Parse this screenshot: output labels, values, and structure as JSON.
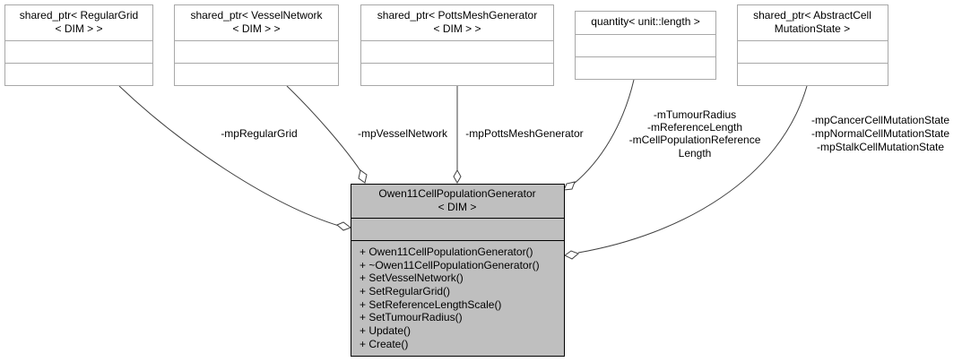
{
  "diagram": {
    "source_classes": [
      {
        "id": "regulargrid",
        "title_lines": [
          "shared_ptr< RegularGrid",
          "< DIM > >"
        ]
      },
      {
        "id": "vesselnetwork",
        "title_lines": [
          "shared_ptr< VesselNetwork",
          "< DIM > >"
        ]
      },
      {
        "id": "pottsmesh",
        "title_lines": [
          "shared_ptr< PottsMeshGenerator",
          "< DIM > >"
        ]
      },
      {
        "id": "quantity",
        "title_lines": [
          "quantity< unit::length >"
        ]
      },
      {
        "id": "mutationstate",
        "title_lines": [
          "shared_ptr< AbstractCell",
          "MutationState >"
        ]
      }
    ],
    "main_class": {
      "title_lines": [
        "Owen11CellPopulationGenerator",
        "< DIM >"
      ],
      "methods": [
        "+ Owen11CellPopulationGenerator()",
        "+ ~Owen11CellPopulationGenerator()",
        "+ SetVesselNetwork()",
        "+ SetRegularGrid()",
        "+ SetReferenceLengthScale()",
        "+ SetTumourRadius()",
        "+ Update()",
        "+ Create()"
      ]
    },
    "edge_labels": {
      "regulargrid": [
        "-mpRegularGrid"
      ],
      "vesselnetwork": [
        "-mpVesselNetwork"
      ],
      "pottsmesh": [
        "-mpPottsMeshGenerator"
      ],
      "quantity": [
        "-mTumourRadius",
        "-mReferenceLength",
        "-mCellPopulationReference",
        "Length"
      ],
      "mutationstate": [
        "-mpCancerCellMutationState",
        "-mpNormalCellMutationState",
        "-mpStalkCellMutationState"
      ]
    },
    "colors": {
      "source_border": "#a8a8a8",
      "main_fill": "#bfbfbf",
      "main_border": "#000000",
      "edge": "#404040"
    }
  }
}
